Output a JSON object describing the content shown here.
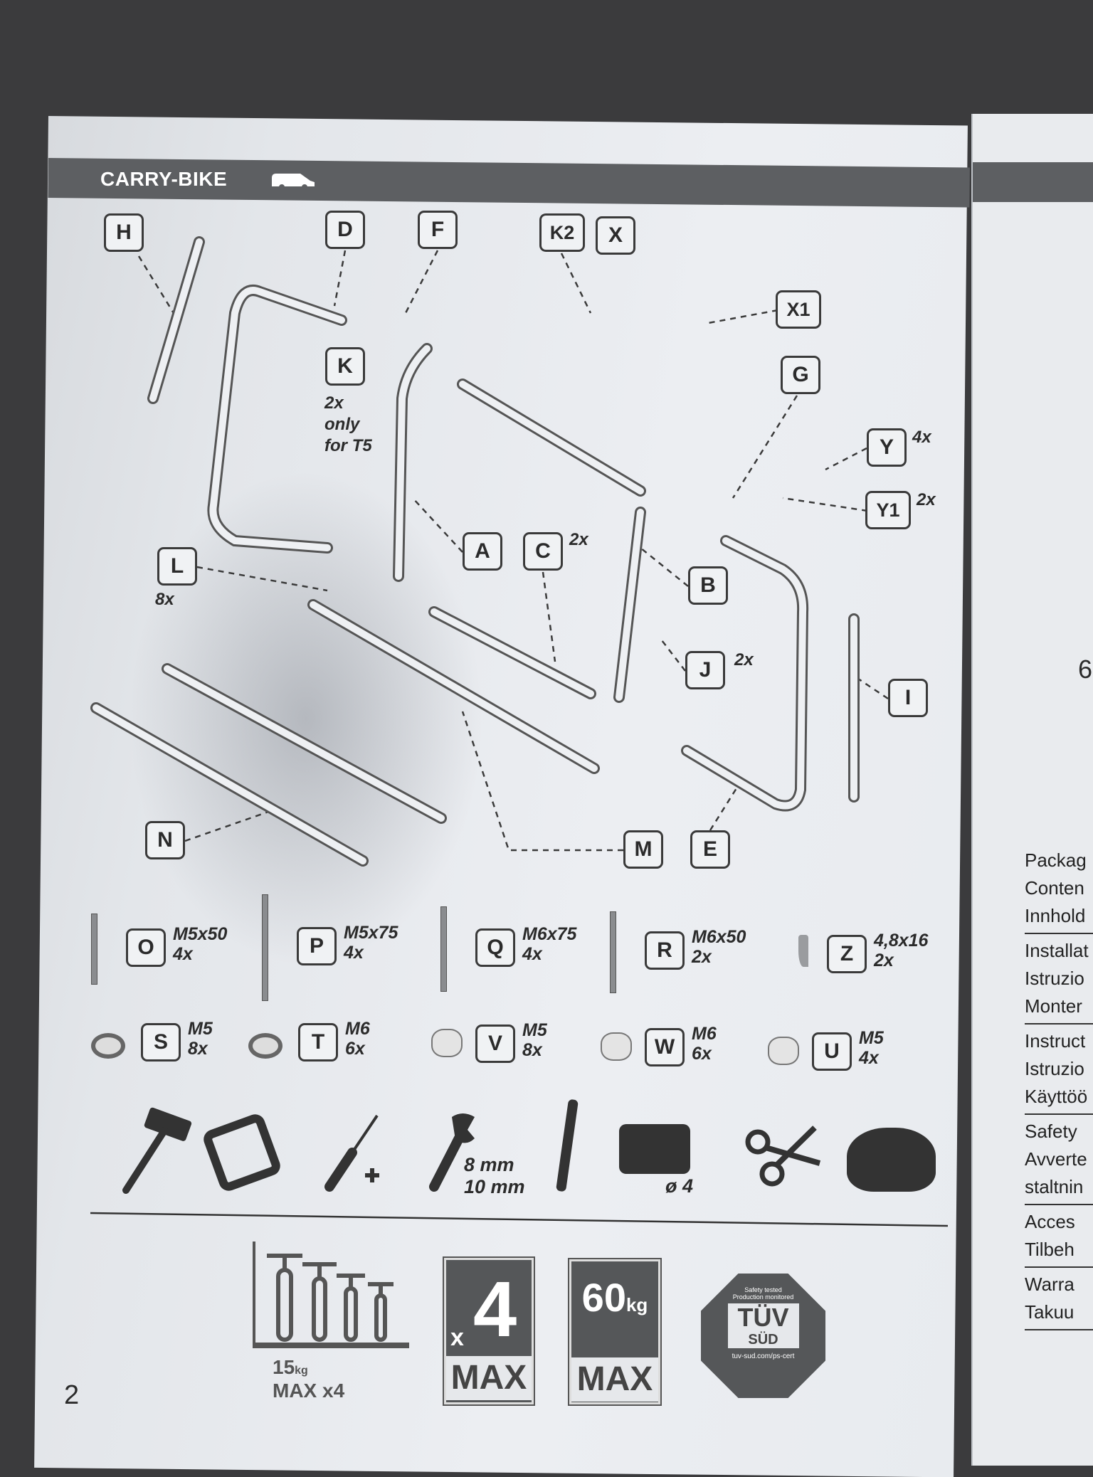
{
  "header": {
    "title": "CARRY-BIKE",
    "icon": "van-icon"
  },
  "parts": [
    {
      "id": "H"
    },
    {
      "id": "D"
    },
    {
      "id": "F"
    },
    {
      "id": "K2"
    },
    {
      "id": "X"
    },
    {
      "id": "X1"
    },
    {
      "id": "G"
    },
    {
      "id": "K",
      "note": "2x\nonly\nfor T5"
    },
    {
      "id": "Y",
      "qty": "4x"
    },
    {
      "id": "Y1",
      "qty": "2x"
    },
    {
      "id": "A"
    },
    {
      "id": "C",
      "qty": "2x"
    },
    {
      "id": "L",
      "qty": "8x"
    },
    {
      "id": "B"
    },
    {
      "id": "J",
      "qty": "2x"
    },
    {
      "id": "I"
    },
    {
      "id": "N"
    },
    {
      "id": "M"
    },
    {
      "id": "E"
    }
  ],
  "hardware": [
    {
      "id": "O",
      "size": "M5x50",
      "qty": "4x"
    },
    {
      "id": "P",
      "size": "M5x75",
      "qty": "4x"
    },
    {
      "id": "Q",
      "size": "M6x75",
      "qty": "4x"
    },
    {
      "id": "R",
      "size": "M6x50",
      "qty": "2x"
    },
    {
      "id": "Z",
      "size": "4,8x16",
      "qty": "2x"
    },
    {
      "id": "S",
      "size": "M5",
      "qty": "8x"
    },
    {
      "id": "T",
      "size": "M6",
      "qty": "6x"
    },
    {
      "id": "V",
      "size": "M5",
      "qty": "8x"
    },
    {
      "id": "W",
      "size": "M6",
      "qty": "6x"
    },
    {
      "id": "U",
      "size": "M5",
      "qty": "4x"
    }
  ],
  "tools": {
    "wrench_sizes": [
      "8 mm",
      "10 mm"
    ],
    "drill_bit": "ø 4"
  },
  "ratings": {
    "per_bike_weight": "15",
    "per_bike_unit": "kg",
    "per_bike_max": "MAX x4",
    "bikes_prefix": "x",
    "bikes_count": "4",
    "bikes_max": "MAX",
    "load_value": "60",
    "load_unit": "kg",
    "load_max": "MAX",
    "tuv": {
      "top_left": "Safety tested",
      "top_right": "Production monitored",
      "brand": "TÜV",
      "sub": "SÜD",
      "url": "tuv-sud.com/ps-cert"
    }
  },
  "right_page": {
    "toc": [
      [
        "Packag",
        "Conten",
        "Innhold"
      ],
      [
        "Installat",
        "Istruzio",
        "Monter"
      ],
      [
        "Instruct",
        "Istruzio",
        "Käyttöö"
      ],
      [
        "Safety",
        "Avverte",
        "staltnin"
      ],
      [
        "Acces",
        "Tilbeh"
      ],
      [
        "Warra",
        "Takuu"
      ]
    ],
    "dimension_fragment": "6"
  },
  "page_number": "2"
}
